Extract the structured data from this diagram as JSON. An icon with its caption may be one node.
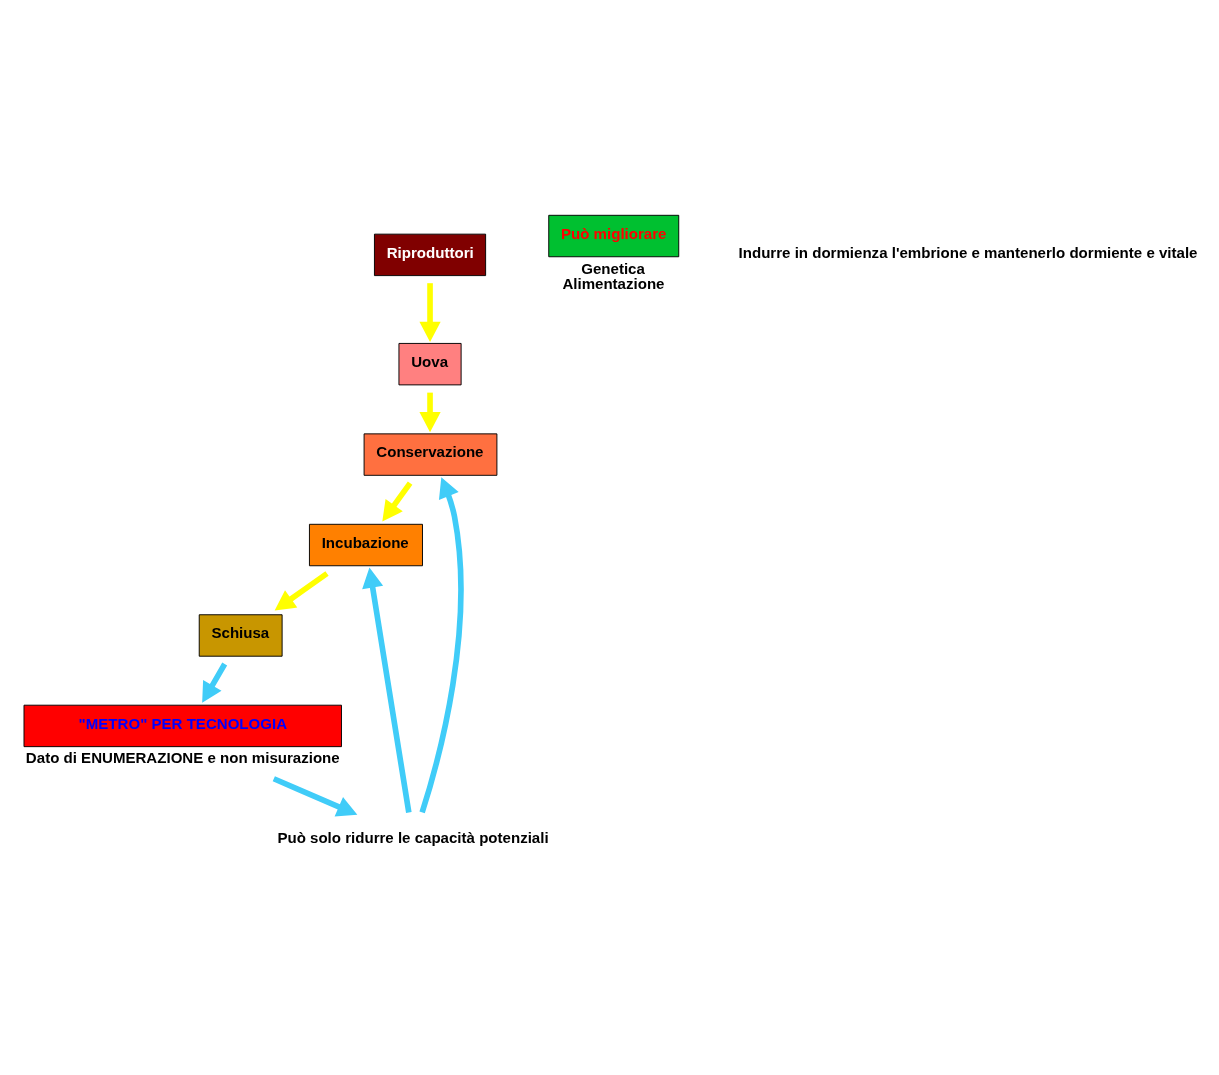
{
  "diagram": {
    "nodes": [
      {
        "text": [
          "Riproduttori"
        ]
      },
      {
        "text": [
          "Uova"
        ]
      },
      {
        "text": [
          "Conservazione"
        ]
      },
      {
        "text": [
          "Incubazione"
        ]
      },
      {
        "text": [
          "Schiusa"
        ]
      },
      {
        "text": [
          "\"METRO\" PER TECNOLOGIA"
        ],
        "beside": [
          "Dato di ENUMERAZIONE e non misurazione"
        ]
      },
      {
        "text": [
          "Può solo ridurre le capacità potenziali"
        ]
      },
      {
        "text": [
          "Può migliorare"
        ],
        "beside": [
          "Genetica",
          "Alimentazione"
        ]
      }
    ],
    "edges": [
      {
        "from": 0,
        "to": 1,
        "arrow": "to",
        "color": "#ffff00"
      },
      {
        "from": 1,
        "to": 2,
        "arrow": "to",
        "color": "#ffff00"
      },
      {
        "from": 2,
        "to": 3,
        "arrow": "to",
        "color": "#ffff00"
      },
      {
        "from": 3,
        "to": 4,
        "arrow": "to",
        "color": "#ffff00"
      },
      {
        "from": 4,
        "to": 5,
        "arrow": "to",
        "color": "#40ccf8"
      },
      {
        "from": 5,
        "to": 6,
        "arrow": "to",
        "color": "#40ccf8"
      },
      {
        "from": 6,
        "to": 2,
        "arrow": "to",
        "color": "#40ccf8"
      },
      {
        "from": 6,
        "to": 3,
        "arrow": "to",
        "color": "#40ccf8"
      }
    ],
    "labels": [
      "Indurre in dormienza l'embrione e mantenerlo dormiente e vitale"
    ]
  }
}
